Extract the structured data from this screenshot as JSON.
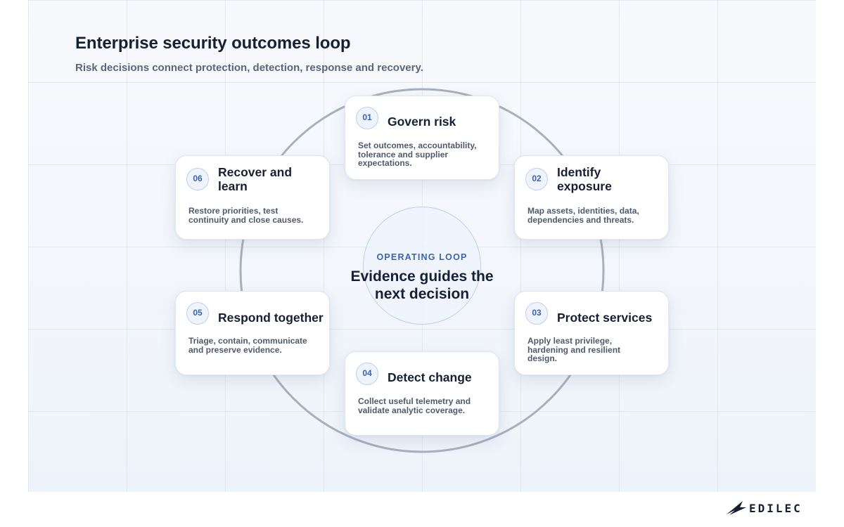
{
  "header": {
    "title": "Enterprise security outcomes loop",
    "subtitle": "Risk decisions connect protection, detection, response and recovery."
  },
  "hub": {
    "label": "OPERATING LOOP",
    "text": "Evidence guides the next decision"
  },
  "steps": [
    {
      "number": "01",
      "title": "Govern risk",
      "description": "Set outcomes, accountability, tolerance and supplier expectations."
    },
    {
      "number": "02",
      "title": "Identify\nexposure",
      "description": "Map assets, identities, data, dependencies and threats."
    },
    {
      "number": "03",
      "title": "Protect services",
      "description": "Apply least privilege, hardening and resilient design."
    },
    {
      "number": "04",
      "title": "Detect change",
      "description": "Collect useful telemetry and validate analytic coverage."
    },
    {
      "number": "05",
      "title": "Respond together",
      "description": "Triage, contain, communicate and preserve evidence."
    },
    {
      "number": "06",
      "title": "Recover and\nlearn",
      "description": "Restore priorities, test continuity and close causes."
    }
  ],
  "brand": {
    "logo_text": "EDILEC"
  },
  "colors": {
    "ring": "#a9b0bd",
    "accent": "#3a63b2",
    "heading": "#152033",
    "body": "#4f5a6c"
  }
}
